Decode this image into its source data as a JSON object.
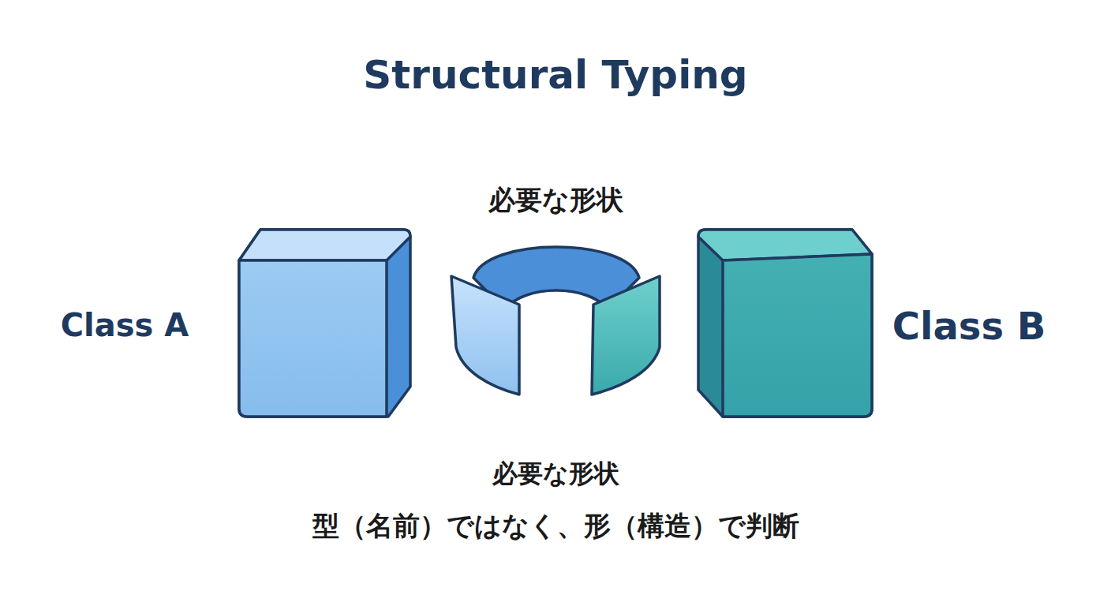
{
  "diagram": {
    "title": "Structural Typing",
    "nodes": [
      {
        "text": [
          "Class A"
        ]
      },
      {
        "text": [
          "必要な形状"
        ]
      },
      {
        "text": [
          "Class B"
        ]
      }
    ],
    "labels": [
      "必要な形状",
      "型（名前）ではなく、形（構造）で判断"
    ]
  }
}
